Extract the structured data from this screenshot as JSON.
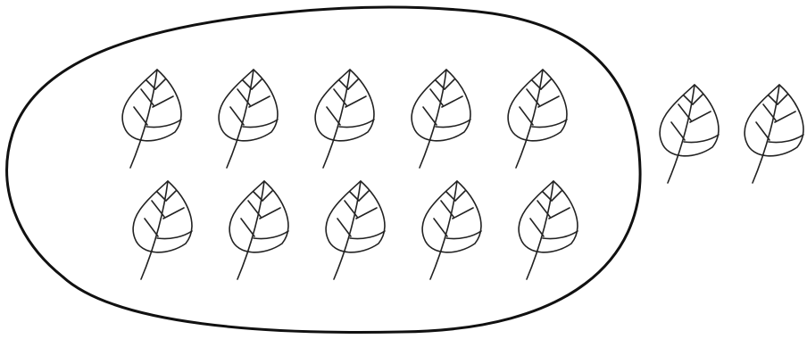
{
  "diagram": {
    "groups": [
      {
        "name": "inside-oval",
        "rows": 2,
        "leaves_per_row": 5,
        "count": 10
      },
      {
        "name": "outside-oval",
        "rows": 1,
        "leaves_per_row": 2,
        "count": 2
      }
    ],
    "total_leaves": 12,
    "icon": "leaf-icon",
    "colors": {
      "stroke": "#222222",
      "boundary": "#111111",
      "background": "#ffffff"
    }
  }
}
